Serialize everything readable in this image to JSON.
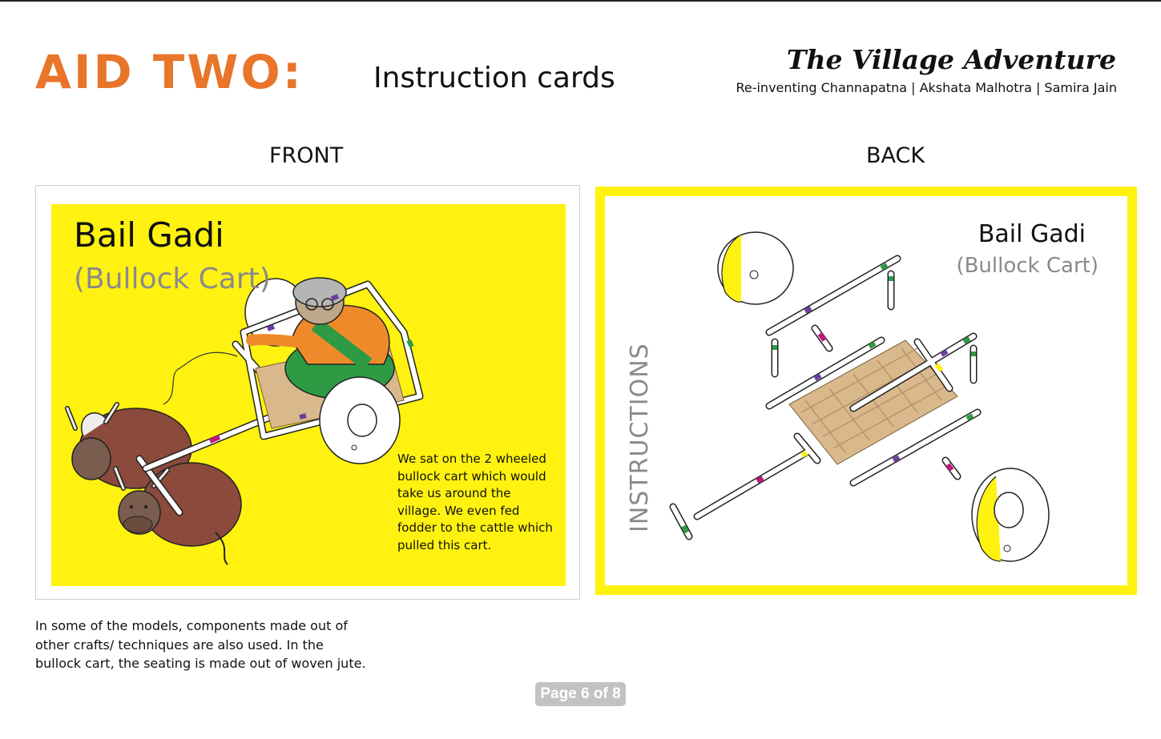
{
  "header": {
    "aid_title": "AID TWO:",
    "aid_subtitle": "Instruction cards",
    "brand_title": "The Village Adventure",
    "brand_subtitle": "Re-inventing Channapatna | Akshata Malhotra | Samira Jain"
  },
  "columns": {
    "front_label": "FRONT",
    "back_label": "BACK"
  },
  "front_card": {
    "title": "Bail Gadi",
    "subtitle": "(Bullock Cart)",
    "story": "We sat on the 2 wheeled bullock cart which would take us around the village. We even fed fodder to the cattle which pulled this cart."
  },
  "back_card": {
    "title": "Bail Gadi",
    "subtitle": "(Bullock Cart)",
    "side_label": "INSTRUCTIONS"
  },
  "note": "In some of the models, components made out of other crafts/ techniques are also used. In the bullock cart, the seating is made out of woven jute.",
  "pager": "Page 6 of 8",
  "colors": {
    "accent_orange": "#e8752a",
    "card_yellow": "#fff210",
    "muted_gray": "#8a8a8a",
    "bull_brown": "#8b4a3c",
    "saree_green": "#2e9b44",
    "saree_orange": "#ef8a2a",
    "jute_tan": "#d9b88c"
  }
}
